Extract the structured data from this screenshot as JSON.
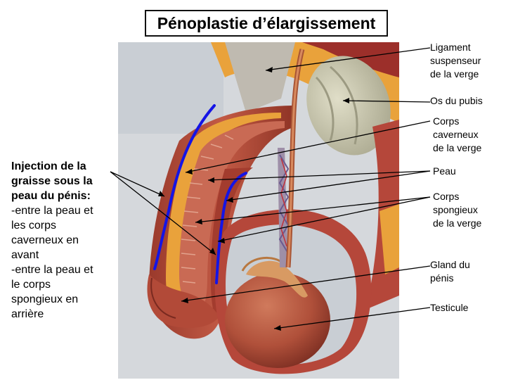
{
  "title": "Pénoplastie d’élargissement",
  "injection": {
    "heading": [
      "Injection de la",
      "graisse sous la",
      "peau du pénis:"
    ],
    "lines": [
      "-entre la peau et",
      "les corps",
      "caverneux en",
      "avant",
      "-entre la peau et",
      "le corps",
      "spongieux en",
      "arrière"
    ]
  },
  "labels": {
    "ligament": [
      "Ligament",
      "suspenseur",
      "de la verge"
    ],
    "pubis": [
      "Os du pubis"
    ],
    "caverneux": [
      "Corps",
      "caverneux",
      "de la verge"
    ],
    "peau": [
      "Peau"
    ],
    "spongieux": [
      "Corps",
      "spongieux",
      "de la verge"
    ],
    "gland": [
      "Gland du",
      "pénis"
    ],
    "testicule": [
      "Testicule"
    ]
  },
  "colors": {
    "injection_line": "#1414e6",
    "tissue": "#b5473a",
    "fat": "#e9a23b",
    "bone": "#c9c6ad",
    "background_panel": "#d5d8dc"
  }
}
